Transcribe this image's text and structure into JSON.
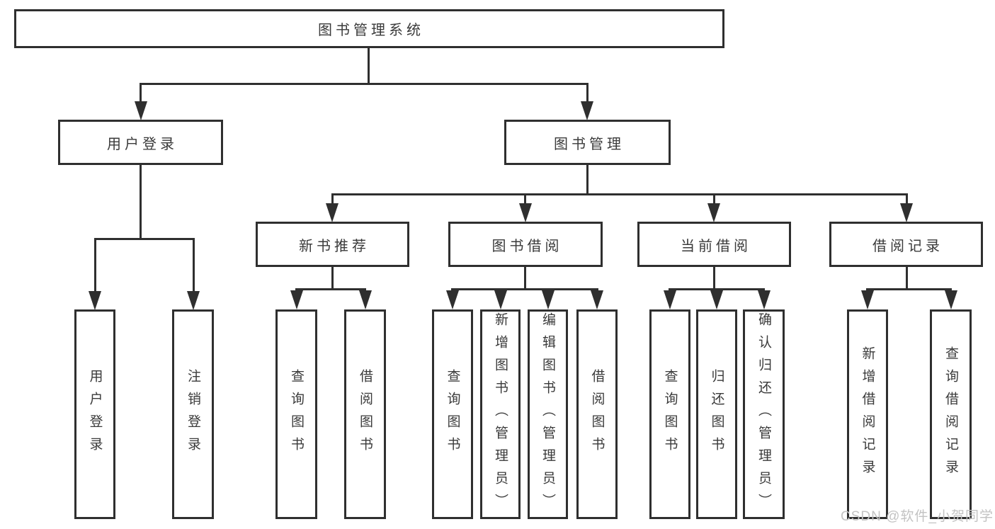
{
  "root": {
    "label": "图书管理系统"
  },
  "level2": {
    "user_login": {
      "label": "用户登录"
    },
    "book_management": {
      "label": "图书管理"
    }
  },
  "level3": {
    "new_book": {
      "label": "新书推荐"
    },
    "book_borrow": {
      "label": "图书借阅"
    },
    "current_borrow": {
      "label": "当前借阅"
    },
    "borrow_record": {
      "label": "借阅记录"
    }
  },
  "leaves": {
    "user_login": [
      "用户登录",
      "注销登录"
    ],
    "new_book": [
      "查询图书",
      "借阅图书"
    ],
    "book_borrow": [
      "查询图书",
      "新增图书（管理员）",
      "编辑图书（管理员）",
      "借阅图书"
    ],
    "current_borrow": [
      "查询图书",
      "归还图书",
      "确认归还（管理员）"
    ],
    "borrow_record": [
      "新增借阅记录",
      "查询借阅记录"
    ]
  },
  "watermark": {
    "text": "CSDN @软件_小贺同学",
    "color": "#c3c3c3"
  },
  "colors": {
    "line": "#2f2f2f",
    "text": "#3a3a3a",
    "background": "#ffffff"
  }
}
